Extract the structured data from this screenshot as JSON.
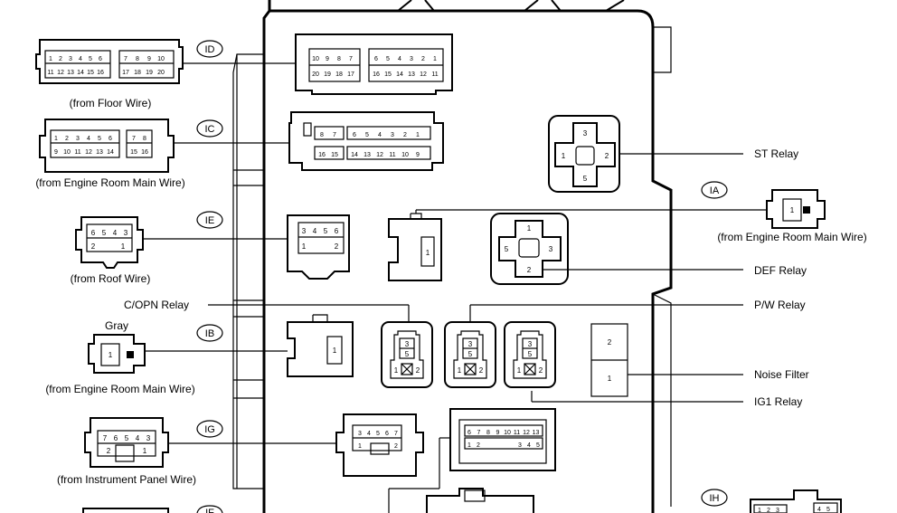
{
  "codes": {
    "ID": "ID",
    "IC": "IC",
    "IE": "IE",
    "IB": "IB",
    "IG": "IG",
    "IF": "IF",
    "IA": "IA",
    "IH": "IH"
  },
  "captions": {
    "floor_wire": "(from Floor Wire)",
    "engine_room_main_wire_ic": "(from Engine Room Main Wire)",
    "roof_wire": "(from Roof Wire)",
    "gray": "Gray",
    "engine_room_main_wire_ib": "(from Engine  Room Main Wire)",
    "instrument_panel_wire": "(from Instrument Panel Wire)",
    "engine_room_main_wire_ia": "(from Engine Room Main Wire)"
  },
  "relays": {
    "st": "ST Relay",
    "def": "DEF Relay",
    "copn": "C/OPN Relay",
    "pw": "P/W Relay",
    "noise_filter": "Noise Filter",
    "ig1": "IG1 Relay"
  },
  "pins": {
    "id_left_top": [
      "1",
      "2",
      "3",
      "4",
      "5",
      "6",
      "7",
      "8",
      "9",
      "10"
    ],
    "id_left_bot": [
      "11",
      "12",
      "13",
      "14",
      "15",
      "16",
      "17",
      "18",
      "19",
      "20"
    ],
    "id_right_top": [
      "10",
      "9",
      "8",
      "7",
      "6",
      "5",
      "4",
      "3",
      "2",
      "1"
    ],
    "id_right_bot": [
      "20",
      "19",
      "18",
      "17",
      "16",
      "15",
      "14",
      "13",
      "12",
      "11"
    ],
    "ic_left_top": [
      "1",
      "2",
      "3",
      "4",
      "5",
      "6",
      "7",
      "8"
    ],
    "ic_left_bot": [
      "9",
      "10",
      "11",
      "12",
      "13",
      "14",
      "15",
      "16"
    ],
    "ic_right_top": [
      "8",
      "7",
      "6",
      "5",
      "4",
      "3",
      "2",
      "1"
    ],
    "ic_right_bot": [
      "16",
      "15",
      "14",
      "13",
      "12",
      "11",
      "10",
      "9"
    ],
    "ie_left_top": [
      "6",
      "5",
      "4",
      "3"
    ],
    "ie_left_bot": [
      "2",
      "1"
    ],
    "ie_right_top": [
      "3",
      "4",
      "5",
      "6"
    ],
    "ie_right_bot": [
      "1",
      "2"
    ],
    "st": [
      "3",
      "1",
      "2",
      "5"
    ],
    "def": [
      "1",
      "5",
      "3",
      "2"
    ],
    "ia": [
      "1"
    ],
    "socket_one": "1",
    "relay_small_top": "3",
    "relay_small_mid": "5",
    "relay_small_l": "1",
    "relay_small_r": "2",
    "noise_top": "2",
    "noise_bot": "1",
    "ib_left": [
      "1"
    ],
    "ig_left_top": [
      "7",
      "6",
      "5",
      "4",
      "3"
    ],
    "ig_left_bot": [
      "2",
      "1"
    ],
    "ig_right_top": [
      "3",
      "4",
      "5",
      "6",
      "7"
    ],
    "ig_right_bot": [
      "1",
      "2"
    ],
    "big_top": [
      "6",
      "7",
      "8",
      "9",
      "10",
      "11",
      "12",
      "13"
    ],
    "big_bot_l": [
      "1",
      "2"
    ],
    "big_bot_r": [
      "3",
      "4",
      "5"
    ],
    "ih_right": [
      "4",
      "5"
    ],
    "ih_left": [
      "1",
      "2",
      "3"
    ]
  }
}
